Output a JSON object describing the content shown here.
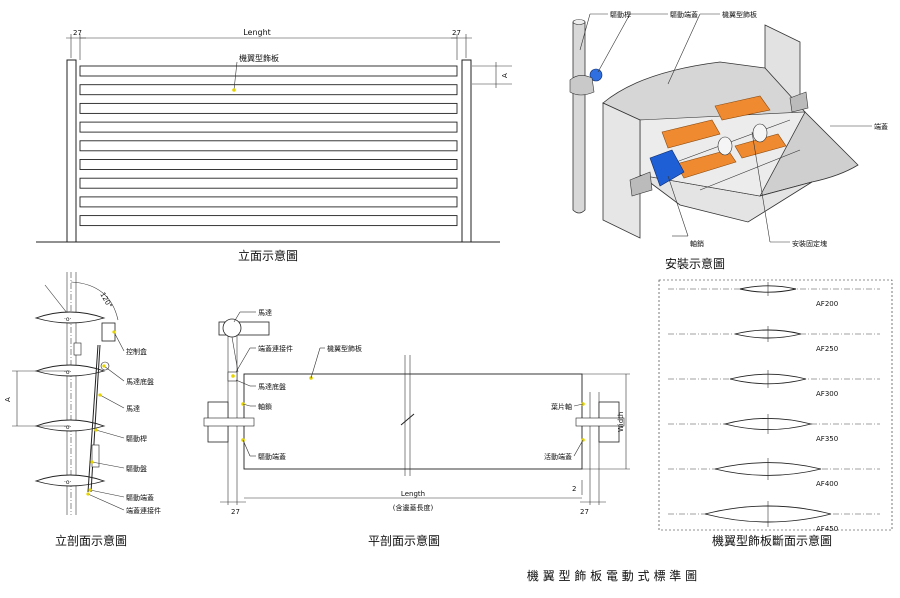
{
  "elevation": {
    "caption": "立面示意圖",
    "dim_left": "27",
    "dim_right": "27",
    "dim_length": "Lenght",
    "label_blade": "機翼型飾板",
    "dim_a": "A"
  },
  "install": {
    "caption": "安裝示意圖",
    "labels": [
      "驅動桿",
      "驅動端蓋",
      "機翼型飾板",
      "端蓋",
      "軸銷",
      "安裝固定塊"
    ]
  },
  "section": {
    "caption": "立剖面示意圖",
    "angle": "120°",
    "dim_a": "A",
    "labels": [
      "控制盒",
      "馬達底盤",
      "馬達",
      "驅動桿",
      "驅動盤",
      "驅動端蓋",
      "端蓋連接件"
    ]
  },
  "plan": {
    "caption": "平剖面示意圖",
    "labels_left": [
      "馬達",
      "端蓋連接件",
      "馬達底盤",
      "軸鎖",
      "驅動端蓋"
    ],
    "label_top": "機翼型飾板",
    "labels_right": [
      "葉片軸",
      "活動端蓋"
    ],
    "dim_width": "Width",
    "dim_length": "Length",
    "dim_length_note": "(含邊蓋長度)",
    "dim_left": "27",
    "dim_right": "27",
    "dim_gap": "2"
  },
  "profiles": {
    "caption": "機翼型飾板斷面示意圖",
    "items": [
      "AF200",
      "AF250",
      "AF300",
      "AF350",
      "AF400",
      "AF450"
    ]
  },
  "footer": {
    "title": "機 翼 型 飾 板 電 動 式 標 準 圖"
  }
}
